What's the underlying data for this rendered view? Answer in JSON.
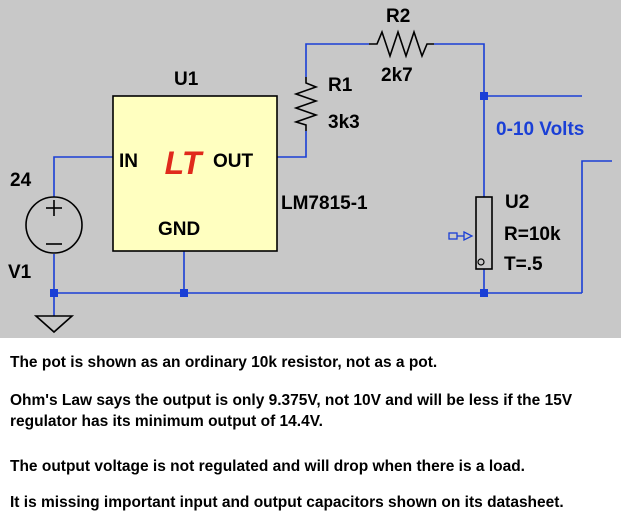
{
  "schematic": {
    "colors": {
      "background": "#c8c8c8",
      "wire": "#1a3fd6",
      "part": "#000000",
      "regulator_fill": "#ffffc0",
      "logo": "#e02a1c",
      "label_accent": "#1a3fd6"
    },
    "regulator": {
      "ref": "U1",
      "model": "LM7815-1",
      "pin_in": "IN",
      "pin_out": "OUT",
      "pin_gnd": "GND",
      "logo": "LT"
    },
    "source": {
      "ref": "V1",
      "value": "24"
    },
    "r1": {
      "ref": "R1",
      "value": "3k3"
    },
    "r2": {
      "ref": "R2",
      "value": "2k7"
    },
    "pot": {
      "ref": "U2",
      "value": "R=10k",
      "setting": "T=.5"
    },
    "output_label": "0-10 Volts"
  },
  "notes": [
    "The pot is shown as an ordinary 10k resistor, not as a pot.",
    "Ohm's Law says the output is only 9.375V, not 10V and will be less if the 15V regulator has its minimum output of 14.4V.",
    "The output voltage is not regulated and will drop when there is a load.",
    "It is missing important input and output capacitors shown on its datasheet."
  ]
}
